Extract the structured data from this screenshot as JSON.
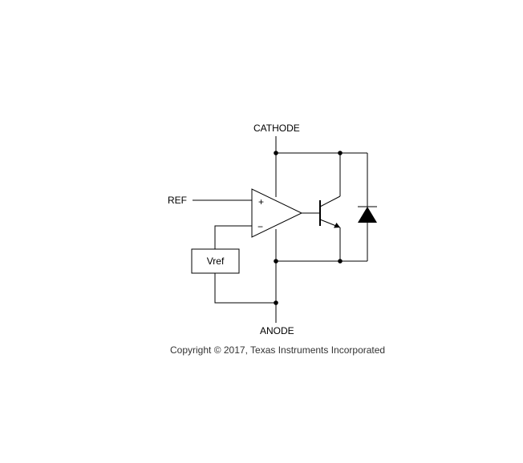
{
  "labels": {
    "cathode": "CATHODE",
    "ref": "REF",
    "anode": "ANODE",
    "vref": "Vref",
    "plus": "+",
    "minus": "−"
  },
  "copyright": "Copyright © 2017, Texas Instruments Incorporated",
  "colors": {
    "line": "#000000",
    "text": "#000000",
    "copyright": "#333333"
  }
}
